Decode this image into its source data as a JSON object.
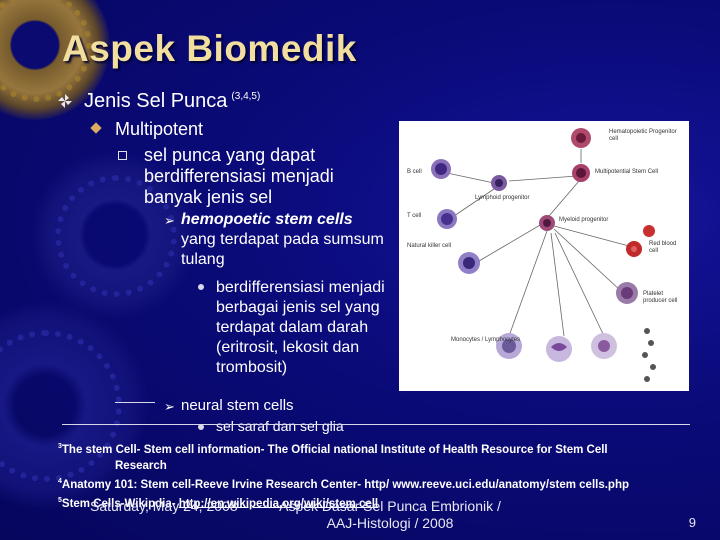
{
  "slide": {
    "title": "Aspek Biomedik",
    "level1": {
      "text": "Jenis Sel Punca",
      "superscript": "(3,4,5)"
    },
    "level2": {
      "text": "Multipotent"
    },
    "level3": {
      "text": "sel punca yang dapat berdifferensiasi menjadi banyak jenis sel"
    },
    "level4a": {
      "emphasis": "hemopoetic stem cells",
      "text": "yang terdapat pada sumsum tulang"
    },
    "level5a": {
      "text": "berdifferensiasi menjadi berbagai jenis sel yang terdapat dalam darah (eritrosit, lekosit dan trombosit)"
    },
    "level4b": {
      "text": "neural stem cells"
    },
    "level5b": {
      "text": "sel saraf dan sel glia"
    }
  },
  "diagram": {
    "labels": {
      "hemo": "Hematopoietic Progenitor cell",
      "multi": "Multipotential Stem Cell",
      "bcell": "B cell",
      "lymph": "Lymphoid progenitor",
      "tcell": "T cell",
      "myeloid": "Myeloid progenitor",
      "nk": "Natural killer cell",
      "rbc": "Red blood cell",
      "platelet": "Platelet producer cell",
      "mono": "Monocytes / Lymphocytes"
    }
  },
  "references": [
    {
      "number": "3",
      "text": "The stem Cell- Stem cell information- The Official national Institute of Health Resource for Stem Cell",
      "continuation": "Research"
    },
    {
      "number": "4",
      "text": "Anatomy 101: Stem cell-Reeve Irvine Research Center- http/ www.reeve.uci.edu/anatomy/stem cells.php"
    },
    {
      "number": "5",
      "text": "Stem Cells-Wikipdia- ",
      "link": "http://en.wikipedia.org/wiki/stem cell"
    }
  ],
  "footer": {
    "date": "Saturday, May 24, 2008",
    "course": "Aspek Dasar Sel Punca Embrionik / AAJ-Histologi / 2008",
    "page": "9"
  },
  "colors": {
    "background": "#0a0a72",
    "title": "#f2dfa0",
    "bullet": "#d8b060"
  },
  "icons": {
    "level1": "pinwheel-bullet-icon",
    "level2": "diamond-bullet-icon",
    "level3": "square-bullet-icon",
    "level4": "arrow-bullet-icon",
    "level5": "dot-bullet-icon"
  }
}
